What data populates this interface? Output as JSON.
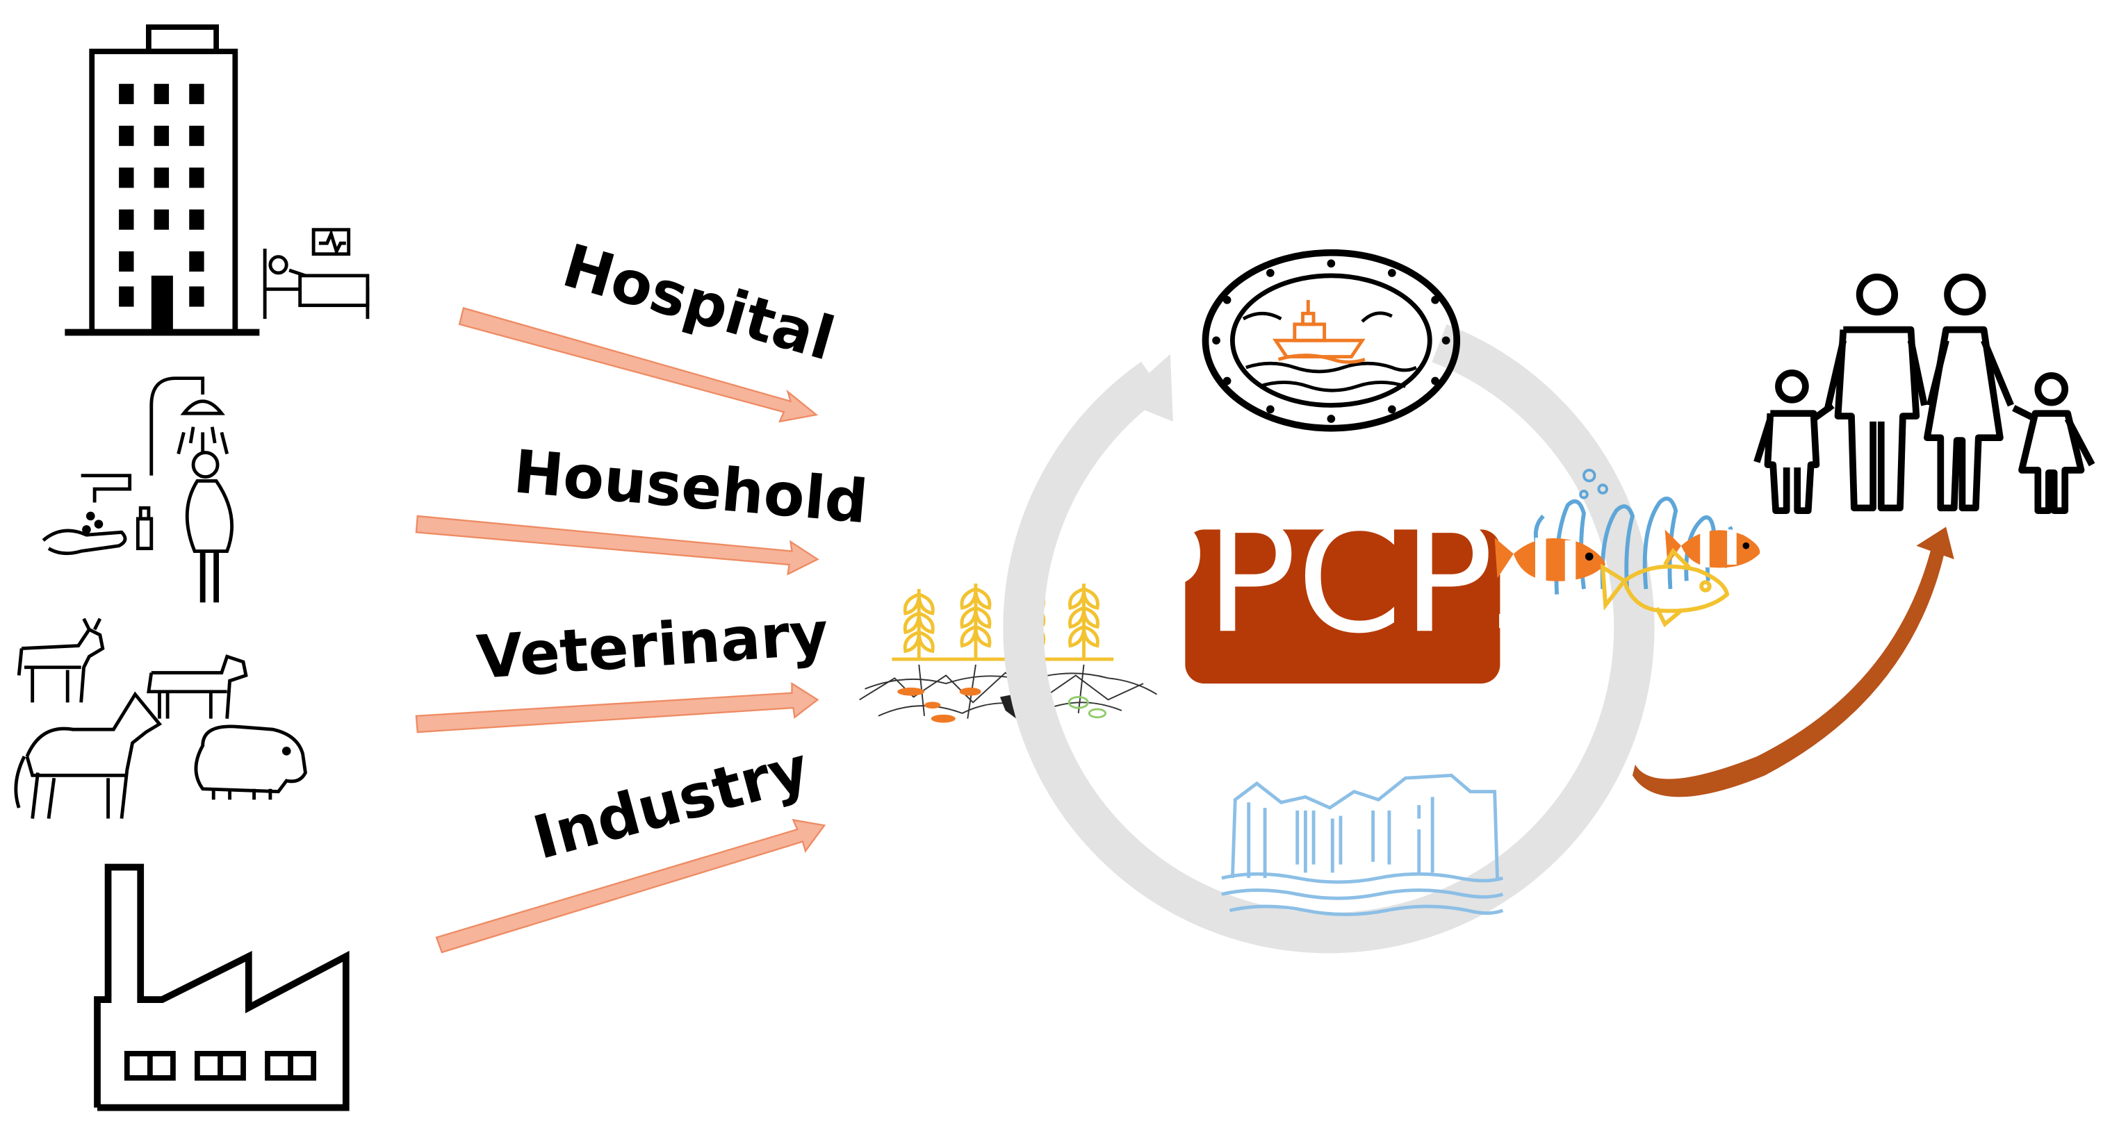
{
  "sources": [
    {
      "label": "Hospital",
      "icon": "hospital-building-icon"
    },
    {
      "label": "Household",
      "icon": "household-personal-care-icon"
    },
    {
      "label": "Veterinary",
      "icon": "livestock-animals-icon"
    },
    {
      "label": "Industry",
      "icon": "factory-icon"
    }
  ],
  "center": {
    "label": "PPCPs"
  },
  "environment_icons": [
    "soil-crops-icon",
    "ocean-porthole-ship-icon",
    "aquatic-fish-coral-icon",
    "glacier-water-icon"
  ],
  "receptor_icon": "human-family-icon",
  "colors": {
    "arrow_fill": "#F6B49A",
    "arrow_stroke": "#EE8B63",
    "center_box": "#B63A07",
    "cycle_ring": "#E3E3E3",
    "final_arrow": "#B8531A",
    "crop_yellow": "#F2C230",
    "fish_orange": "#F07A24",
    "coral_blue": "#5EA6D8",
    "ice_blue": "#8CBFE6"
  }
}
